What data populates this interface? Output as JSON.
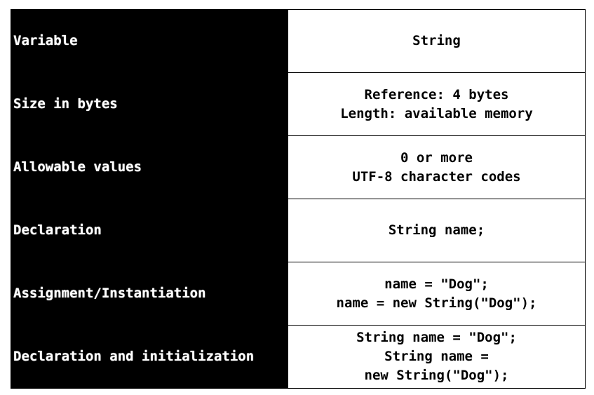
{
  "rows": [
    {
      "label": "Variable",
      "value": [
        "String"
      ]
    },
    {
      "label": "Size in bytes",
      "value": [
        "Reference: 4 bytes",
        "Length: available memory"
      ]
    },
    {
      "label": "Allowable values",
      "value": [
        "0 or more",
        "UTF-8 character codes"
      ]
    },
    {
      "label": "Declaration",
      "value": [
        "String name;"
      ]
    },
    {
      "label": "Assignment/Instantiation",
      "value": [
        "name = \"Dog\";",
        "name = new String(\"Dog\");"
      ]
    },
    {
      "label": "Declaration and initialization",
      "value": [
        "String name = \"Dog\";",
        "String name =",
        "new String(\"Dog\");"
      ]
    }
  ],
  "colors": {
    "label_bg": "#000000",
    "label_text": "#ffffff",
    "value_bg": "#ffffff",
    "value_text": "#000000"
  }
}
